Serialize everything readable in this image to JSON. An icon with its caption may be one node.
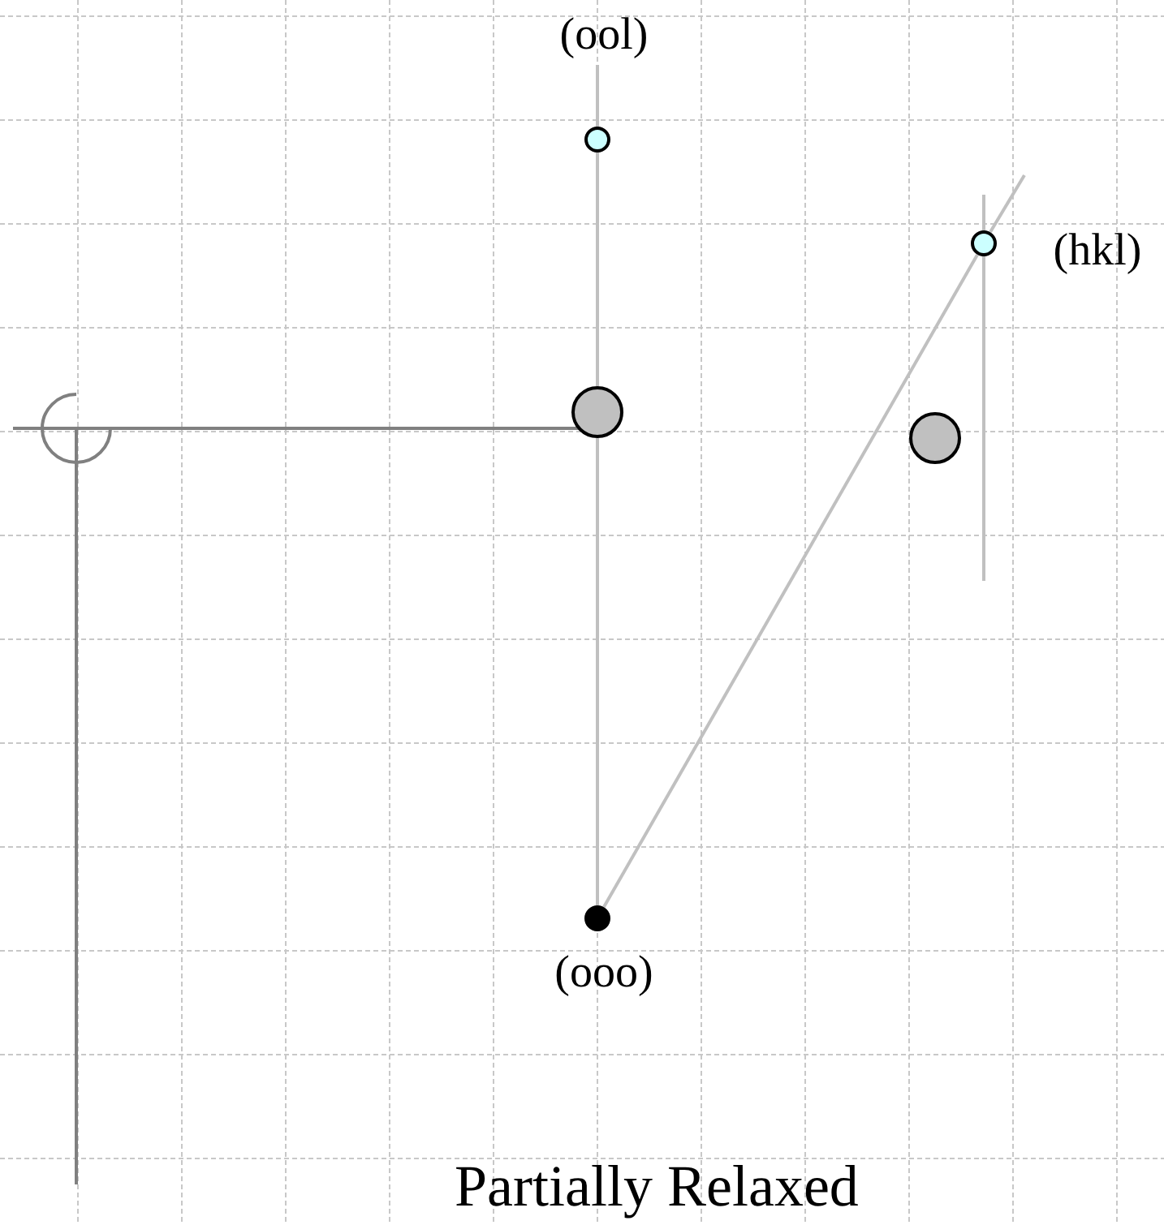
{
  "diagram": {
    "caption": "Partially Relaxed",
    "nodes": [
      {
        "text": [],
        "shape": "circle",
        "beside": [
          "(ool)"
        ]
      },
      {
        "text": [],
        "shape": "circle"
      },
      {
        "text": [],
        "shape": "circle",
        "beside": [
          "(hkl)"
        ]
      },
      {
        "text": [],
        "shape": "circle"
      },
      {
        "text": [],
        "shape": "circle",
        "beside": [
          "(ooo)"
        ]
      }
    ],
    "edges": [
      {
        "from": 4,
        "to": 1,
        "arrow": "none"
      },
      {
        "from": 1,
        "to": 0,
        "arrow": "none"
      },
      {
        "from": 4,
        "to": 2,
        "arrow": "none"
      }
    ]
  }
}
